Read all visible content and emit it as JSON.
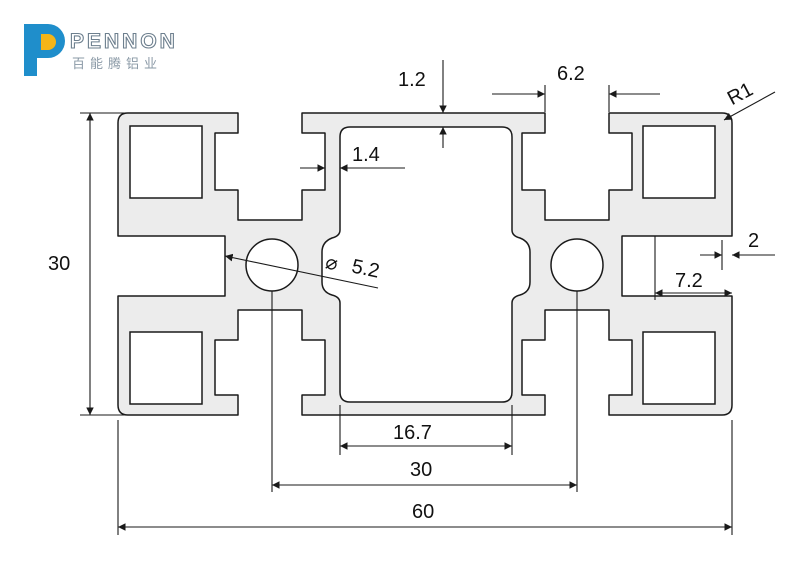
{
  "logo": {
    "wordmark": "PENNON",
    "subtitle": "百能腾铝业",
    "colors": {
      "blue": "#1f8ecb",
      "yellow": "#f4b518"
    }
  },
  "dimensions": {
    "wall_thickness": "1.2",
    "slot_width": "6.2",
    "corner_radius": "R1",
    "inner_wall": "1.4",
    "hole_diameter": "5.2",
    "diameter_symbol": "⌀",
    "height": "30",
    "lip_thickness": "2",
    "slot_depth": "7.2",
    "center_cavity_width": "16.7",
    "hole_spacing": "30",
    "overall_width": "60"
  },
  "colors": {
    "profile_fill": "#ececec",
    "line": "#1a1a1a"
  }
}
